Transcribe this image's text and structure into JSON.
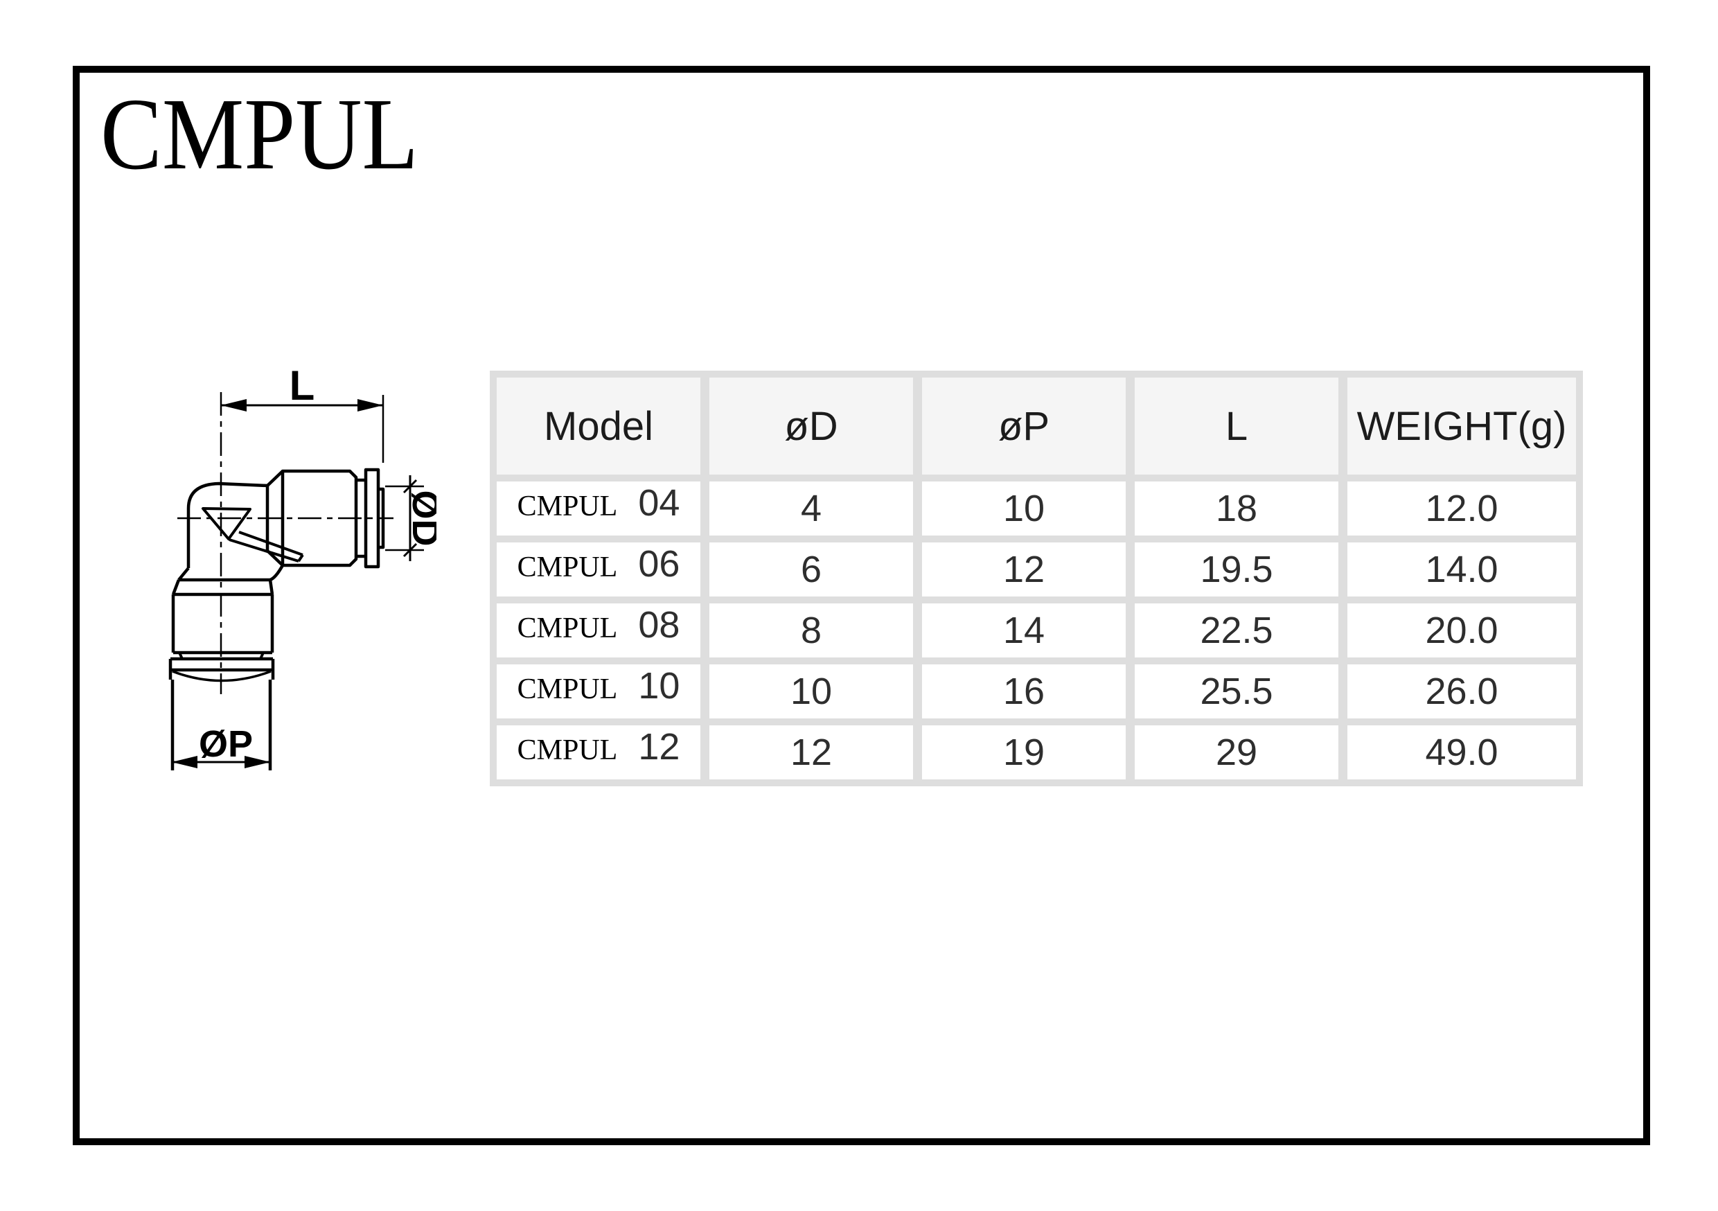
{
  "page": {
    "title": "CMPUL"
  },
  "drawing": {
    "description": "side view of elbow push-in fitting with dimension callouts",
    "dim_length_label": "L",
    "dim_tube_label": "ØD",
    "dim_port_label": "ØP"
  },
  "table": {
    "headers": [
      "Model",
      "øD",
      "øP",
      "L",
      "WEIGHT(g)"
    ],
    "rows": [
      {
        "model_series": "CMPUL",
        "model_size": "04",
        "d": "4",
        "p": "10",
        "l": "18",
        "weight": "12.0"
      },
      {
        "model_series": "CMPUL",
        "model_size": "06",
        "d": "6",
        "p": "12",
        "l": "19.5",
        "weight": "14.0"
      },
      {
        "model_series": "CMPUL",
        "model_size": "08",
        "d": "8",
        "p": "14",
        "l": "22.5",
        "weight": "20.0"
      },
      {
        "model_series": "CMPUL",
        "model_size": "10",
        "d": "10",
        "p": "16",
        "l": "25.5",
        "weight": "26.0"
      },
      {
        "model_series": "CMPUL",
        "model_size": "12",
        "d": "12",
        "p": "19",
        "l": "29",
        "weight": "49.0"
      }
    ]
  },
  "colors": {
    "frame": "#000000",
    "table_background": "#dedede",
    "header_cell": "#f5f5f5",
    "data_cell": "#ffffff",
    "drawing_lines": "#000000"
  }
}
